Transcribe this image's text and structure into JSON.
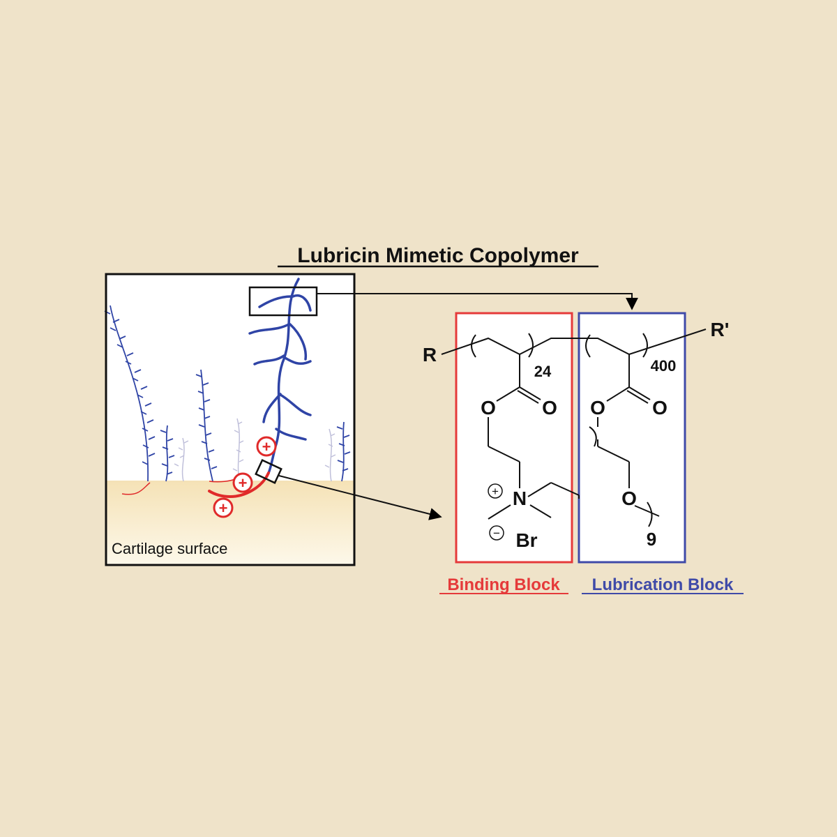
{
  "title": "Lubricin Mimetic Copolymer",
  "panel": {
    "surface_label": "Cartilage surface",
    "charge_symbol": "+"
  },
  "structure": {
    "r_left": "R",
    "r_right": "R'",
    "n_binding": "24",
    "n_lubrication": "400",
    "oxygen": "O",
    "nitrogen": "N",
    "counterion": "Br",
    "cation_sign": "+",
    "anion_sign": "−",
    "peg_repeat": "9"
  },
  "blocks": {
    "binding": {
      "label": "Binding Block",
      "color": "#e53a3a"
    },
    "lubrication": {
      "label": "Lubrication Block",
      "color": "#3f4aa8"
    }
  },
  "colors": {
    "background": "#efe3c9",
    "chain_blue": "#2f44a6",
    "chain_red": "#e02a2a",
    "surface_top": "#f7e6bd",
    "surface_bottom": "#fdf8e8"
  }
}
